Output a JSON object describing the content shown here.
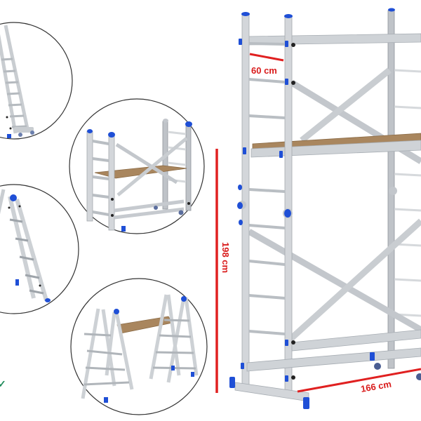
{
  "image": {
    "subject": "multi-configuration aluminium ladder scaffold",
    "background": "#ffffff"
  },
  "colors": {
    "aluminium": "#d3d6da",
    "aluminium_shadow": "#a4a9ae",
    "end_caps": "#1f4fd6",
    "deck_wood": "#a9865e",
    "dimension_red": "#e02020",
    "circle_outline": "#333333",
    "accent_green": "#1e8a5a"
  },
  "dimensions": {
    "width_label": "60 cm",
    "height_label": "198 cm",
    "length_label": "166 cm"
  },
  "configurations": [
    {
      "id": "extension-ladder",
      "label": "Extension ladder"
    },
    {
      "id": "scaffold-small",
      "label": "Mini scaffold tower"
    },
    {
      "id": "a-frame-ladder",
      "label": "A-frame step ladder"
    },
    {
      "id": "trestle-platform",
      "label": "Twin trestle with platform"
    }
  ],
  "main_product": {
    "label": "Scaffold tower with platform, wheels and diagonal braces"
  },
  "corner_glyph": "✓"
}
